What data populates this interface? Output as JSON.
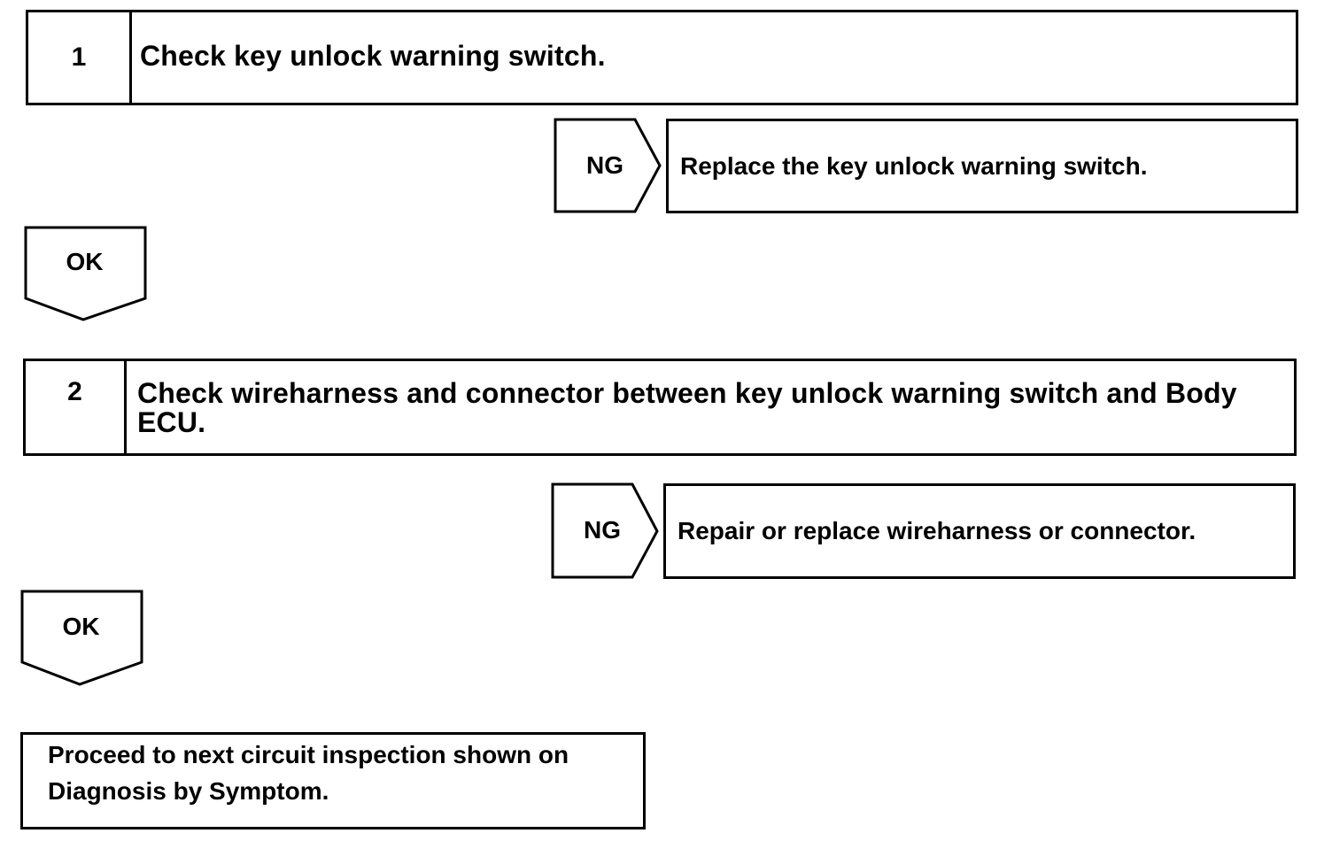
{
  "steps": [
    {
      "number": "1",
      "text": "Check key unlock warning switch."
    },
    {
      "number": "2",
      "text": "Check wireharness and connector between key unlock warning switch and Body ECU."
    }
  ],
  "ng_results": [
    {
      "label": "NG",
      "text": "Replace the key unlock warning switch."
    },
    {
      "label": "NG",
      "text": "Repair or replace wireharness or connector."
    }
  ],
  "ok_labels": [
    "OK",
    "OK"
  ],
  "final": {
    "line1": "Proceed to next circuit inspection shown on",
    "line2": "Diagnosis by Symptom."
  }
}
